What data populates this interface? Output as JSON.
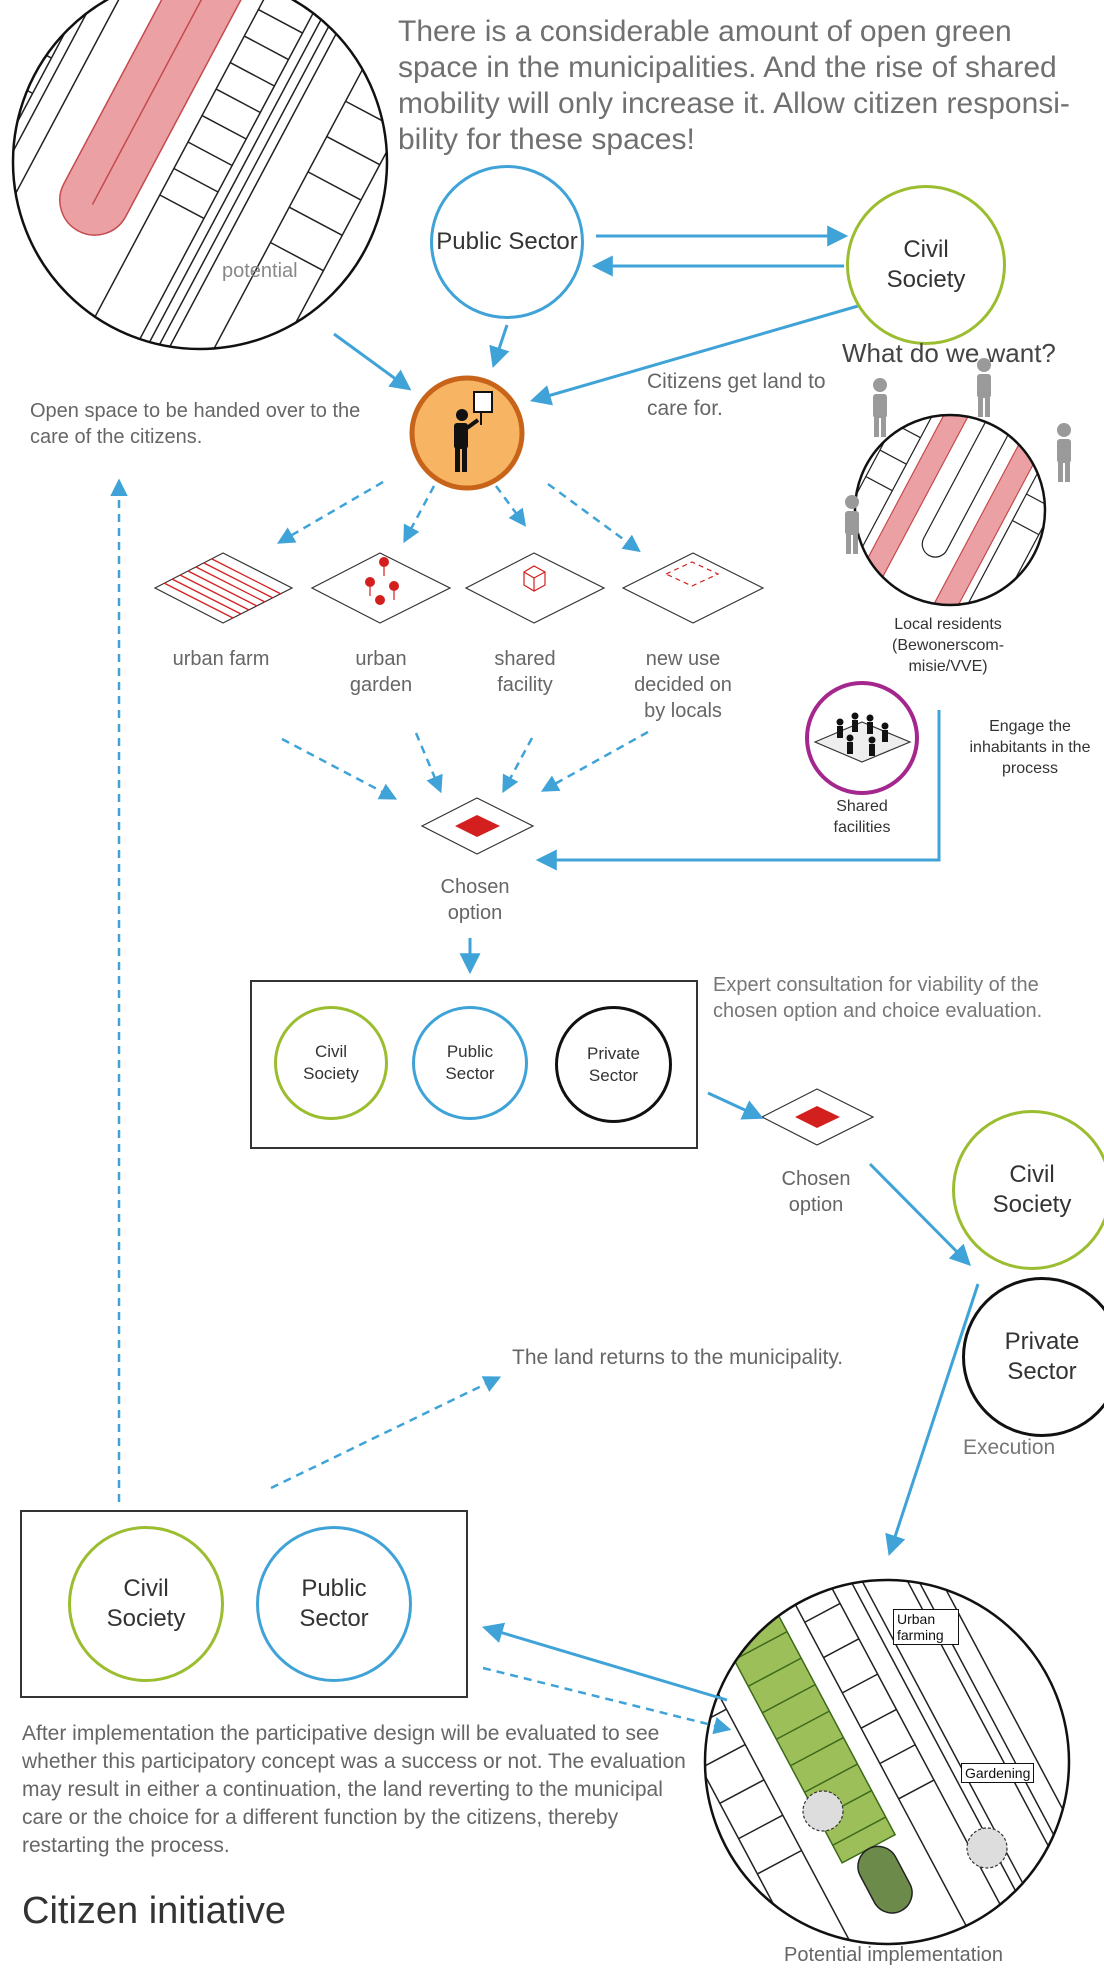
{
  "intro_text": "There is a considerable amount of open green space in the municipalities. And the rise of shared mobility will only increase it. Allow citizen responsi-bility for these spaces!",
  "map_potential_label": "potential",
  "open_space_text": "Open space to be handed over to the care of the citizens.",
  "actors": {
    "public_sector": "Public Sector",
    "civil_society": "Civil Society",
    "private_sector": "Private Sector"
  },
  "citizens_get_land": "Citizens get land to care for.",
  "what_do_we_want": "What do we want?",
  "local_residents": "Local residents (Bewonerscom-misie/VVE)",
  "engage_text": "Engage the inhabitants in the process",
  "shared_facilities": "Shared facilities",
  "options": [
    "urban farm",
    "urban garden",
    "shared facility",
    "new use decided on by locals"
  ],
  "chosen_option": "Chosen option",
  "expert_text": "Expert consultation for viability of the chosen option and choice evaluation.",
  "execution": "Execution",
  "land_returns": "The land returns to the municipality.",
  "evaluation_text": "After implementation the participative design will be evaluated to see whether this participatory concept was a success or not. The evaluation may result in either a continuation, the land reverting to the municipal care or the choice for a different function by the citizens, thereby restarting the process.",
  "title": "Citizen initiative",
  "potential_implementation": "Potential implementation",
  "impl_tags": {
    "urban_farming": "Urban farming",
    "gardening": "Gardening"
  },
  "colors": {
    "blue": "#3fa3d8",
    "green": "#9bbd30",
    "red": "#d41f1f",
    "orange": "#f7b563",
    "purple": "#a4278d"
  }
}
